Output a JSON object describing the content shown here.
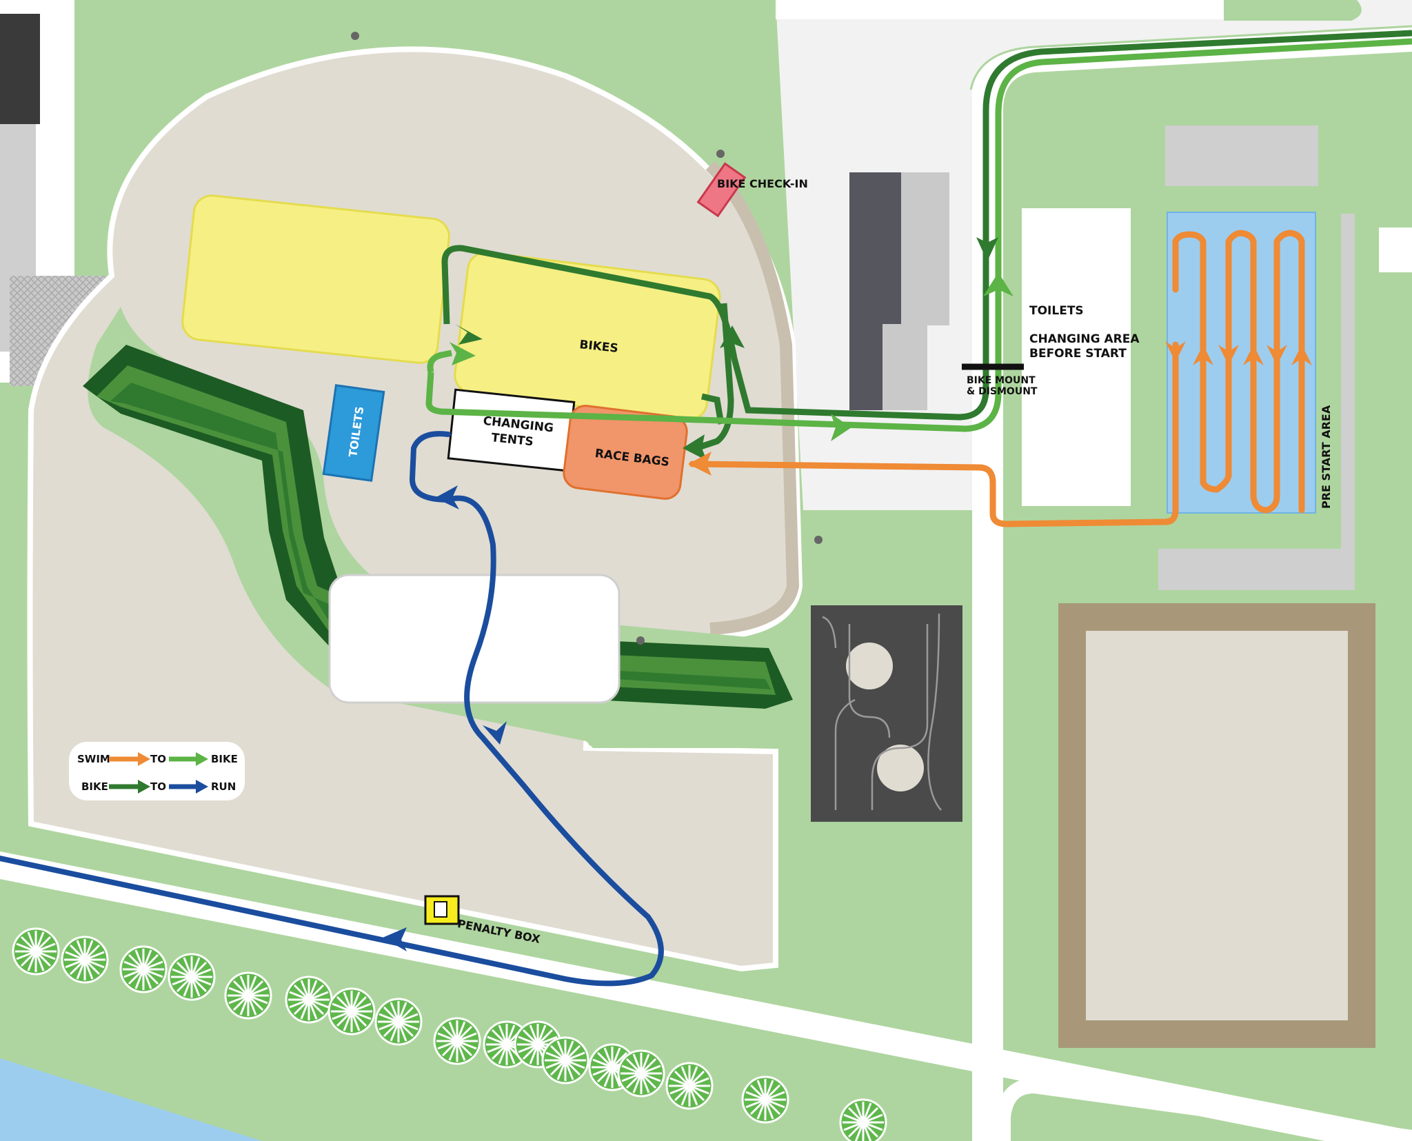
{
  "labels": {
    "bike_checkin": "BIKE CHECK-IN",
    "bikes": "BIKES",
    "changing_tents_1": "CHANGING",
    "changing_tents_2": "TENTS",
    "race_bags": "RACE BAGS",
    "toilets_left": "TOILETS",
    "toilets_right": "TOILETS",
    "changing_before_1": "CHANGING AREA",
    "changing_before_2": "BEFORE START",
    "mount_1": "BIKE MOUNT",
    "mount_2": "& DISMOUNT",
    "pre_start": "PRE START AREA",
    "penalty_box": "PENALTY BOX"
  },
  "legend": {
    "row1": {
      "from": "SWIM",
      "to_word": "TO",
      "to": "BIKE"
    },
    "row2": {
      "from": "BIKE",
      "to_word": "TO",
      "to": "RUN"
    }
  },
  "colors": {
    "grass": "#aed59f",
    "sand": "#e0dcd2",
    "road": "#ffffff",
    "water": "#9ccdef",
    "swim_route": "#ef8a35",
    "bike_out": "#5cb346",
    "bike_in": "#2f7a2f",
    "run_route": "#1b4d9e",
    "bike_zone": "#f6ef84",
    "race_bags": "#f1956a",
    "toilets": "#2d9ad9",
    "checkin": "#ef7684"
  },
  "icons": [
    "tree-icon",
    "penalty-card-icon",
    "arrow-icon",
    "lamp-post-icon"
  ]
}
